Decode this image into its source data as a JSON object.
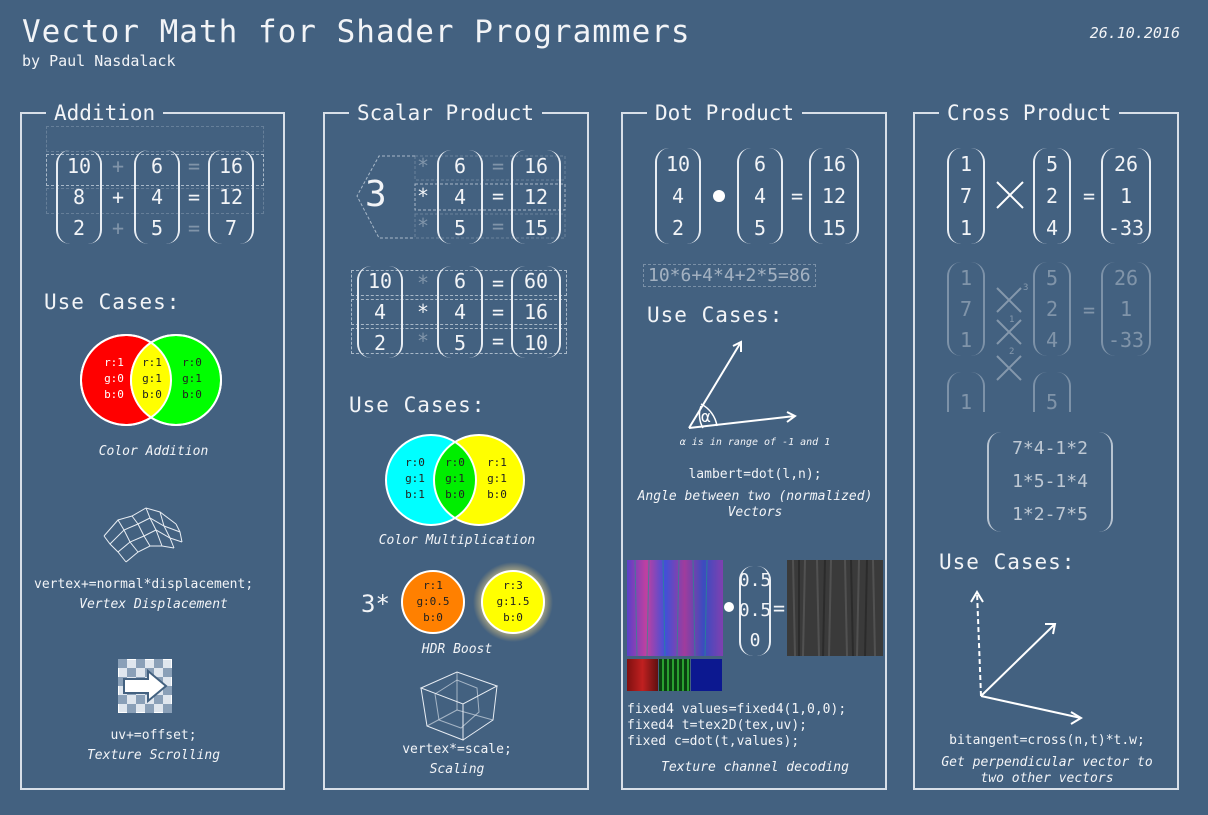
{
  "header": {
    "title": "Vector Math for Shader Programmers",
    "author": "by Paul Nasdalack",
    "date": "26.10.2016"
  },
  "addition": {
    "title": "Addition",
    "v1": [
      "10",
      "8",
      "2"
    ],
    "v2": [
      "6",
      "4",
      "5"
    ],
    "v3": [
      "16",
      "12",
      "7"
    ],
    "op": "+",
    "eq": "=",
    "use_cases": "Use Cases:",
    "venn": {
      "left": [
        "r:1",
        "g:0",
        "b:0"
      ],
      "mid": [
        "r:1",
        "g:1",
        "b:0"
      ],
      "right": [
        "r:0",
        "g:1",
        "b:0"
      ],
      "left_color": "#ff0000",
      "right_color": "#00ff00",
      "mid_color": "#ffff00"
    },
    "color_caption": "Color Addition",
    "disp_code": "vertex+=normal*displacement;",
    "disp_caption": "Vertex Displacement",
    "scroll_code": "uv+=offset;",
    "scroll_caption": "Texture Scrolling"
  },
  "scalar": {
    "title": "Scalar Product",
    "scalar": "3",
    "op": "*",
    "eq": "=",
    "v2": [
      "6",
      "4",
      "5"
    ],
    "r1": [
      "16",
      "12",
      "15"
    ],
    "w1": [
      "10",
      "4",
      "2"
    ],
    "w2": [
      "6",
      "4",
      "5"
    ],
    "r2": [
      "60",
      "16",
      "10"
    ],
    "use_cases": "Use Cases:",
    "venn": {
      "left": [
        "r:0",
        "g:1",
        "b:1"
      ],
      "mid": [
        "r:0",
        "g:1",
        "b:0"
      ],
      "right": [
        "r:1",
        "g:1",
        "b:0"
      ],
      "left_color": "#00ffff",
      "right_color": "#ffff00",
      "mid_color": "#00ee00"
    },
    "color_caption": "Color Multiplication",
    "hdr_prefix": "3*",
    "hdr_orange": [
      "r:1",
      "g:0.5",
      "b:0"
    ],
    "hdr_yellow": [
      "r:3",
      "g:1.5",
      "b:0"
    ],
    "hdr_caption": "HDR Boost",
    "scale_code": "vertex*=scale;",
    "scale_caption": "Scaling"
  },
  "dot": {
    "title": "Dot Product",
    "v1": [
      "10",
      "4",
      "2"
    ],
    "v2": [
      "6",
      "4",
      "5"
    ],
    "v3": [
      "16",
      "12",
      "15"
    ],
    "eq": "=",
    "formula": "10*6+4*4+2*5=86",
    "use_cases": "Use Cases:",
    "alpha": "α",
    "alpha_note": "α is in range of -1 and 1",
    "lambert_code": "lambert=dot(l,n);",
    "angle_caption": [
      "Angle between two (normalized)",
      "Vectors"
    ],
    "tex_vec": [
      "0.5",
      "0.5",
      "0"
    ],
    "tex_code": [
      "fixed4 values=fixed4(1,0,0);",
      "fixed4 t=tex2D(tex,uv);",
      "fixed c=dot(t,values);"
    ],
    "tex_caption": "Texture channel decoding"
  },
  "cross": {
    "title": "Cross Product",
    "v1": [
      "1",
      "7",
      "1"
    ],
    "v2": [
      "5",
      "2",
      "4"
    ],
    "v3": [
      "26",
      "1",
      "-33"
    ],
    "eq": "=",
    "step_labels": [
      "3",
      "1",
      "2"
    ],
    "terms": [
      "7*4-1*2",
      "1*5-1*4",
      "1*2-7*5"
    ],
    "use_cases": "Use Cases:",
    "bitangent_code": "bitangent=cross(n,t)*t.w;",
    "perp_caption": [
      "Get perpendicular vector to",
      "two other vectors"
    ]
  }
}
